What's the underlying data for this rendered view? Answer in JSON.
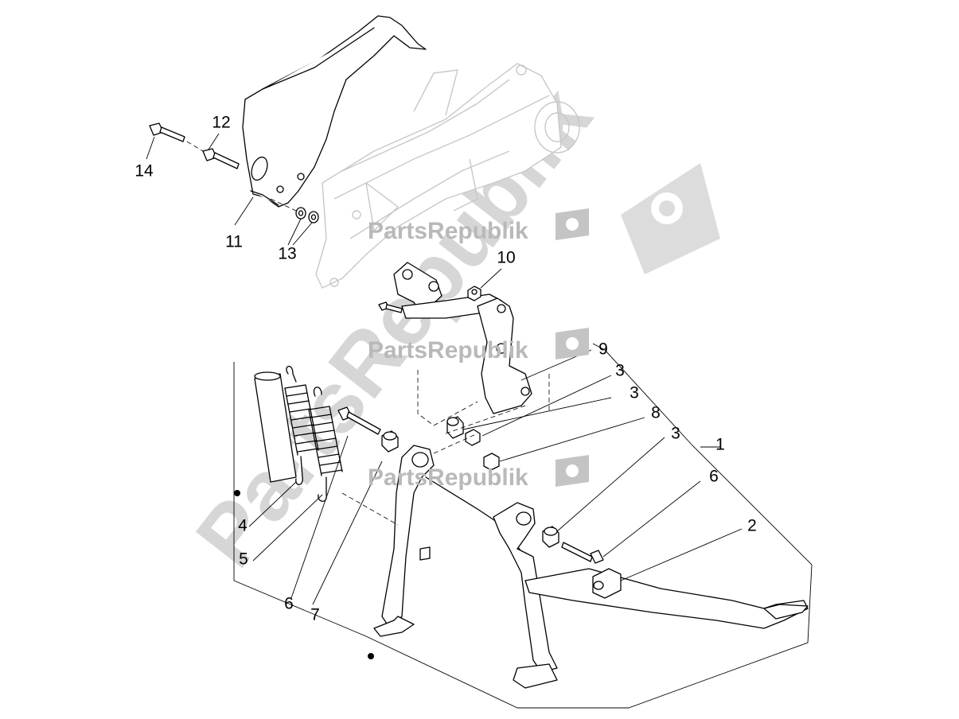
{
  "callouts": {
    "c1": "1",
    "c2": "2",
    "c3a": "3",
    "c3b": "3",
    "c3c": "3",
    "c4": "4",
    "c5": "5",
    "c6a": "6",
    "c6b": "6",
    "c7": "7",
    "c8": "8",
    "c9": "9",
    "c10": "10",
    "c11": "11",
    "c12": "12",
    "c13": "13",
    "c14": "14"
  },
  "watermark": {
    "small": "PartsRepublik",
    "big": "PartsRepublik"
  }
}
